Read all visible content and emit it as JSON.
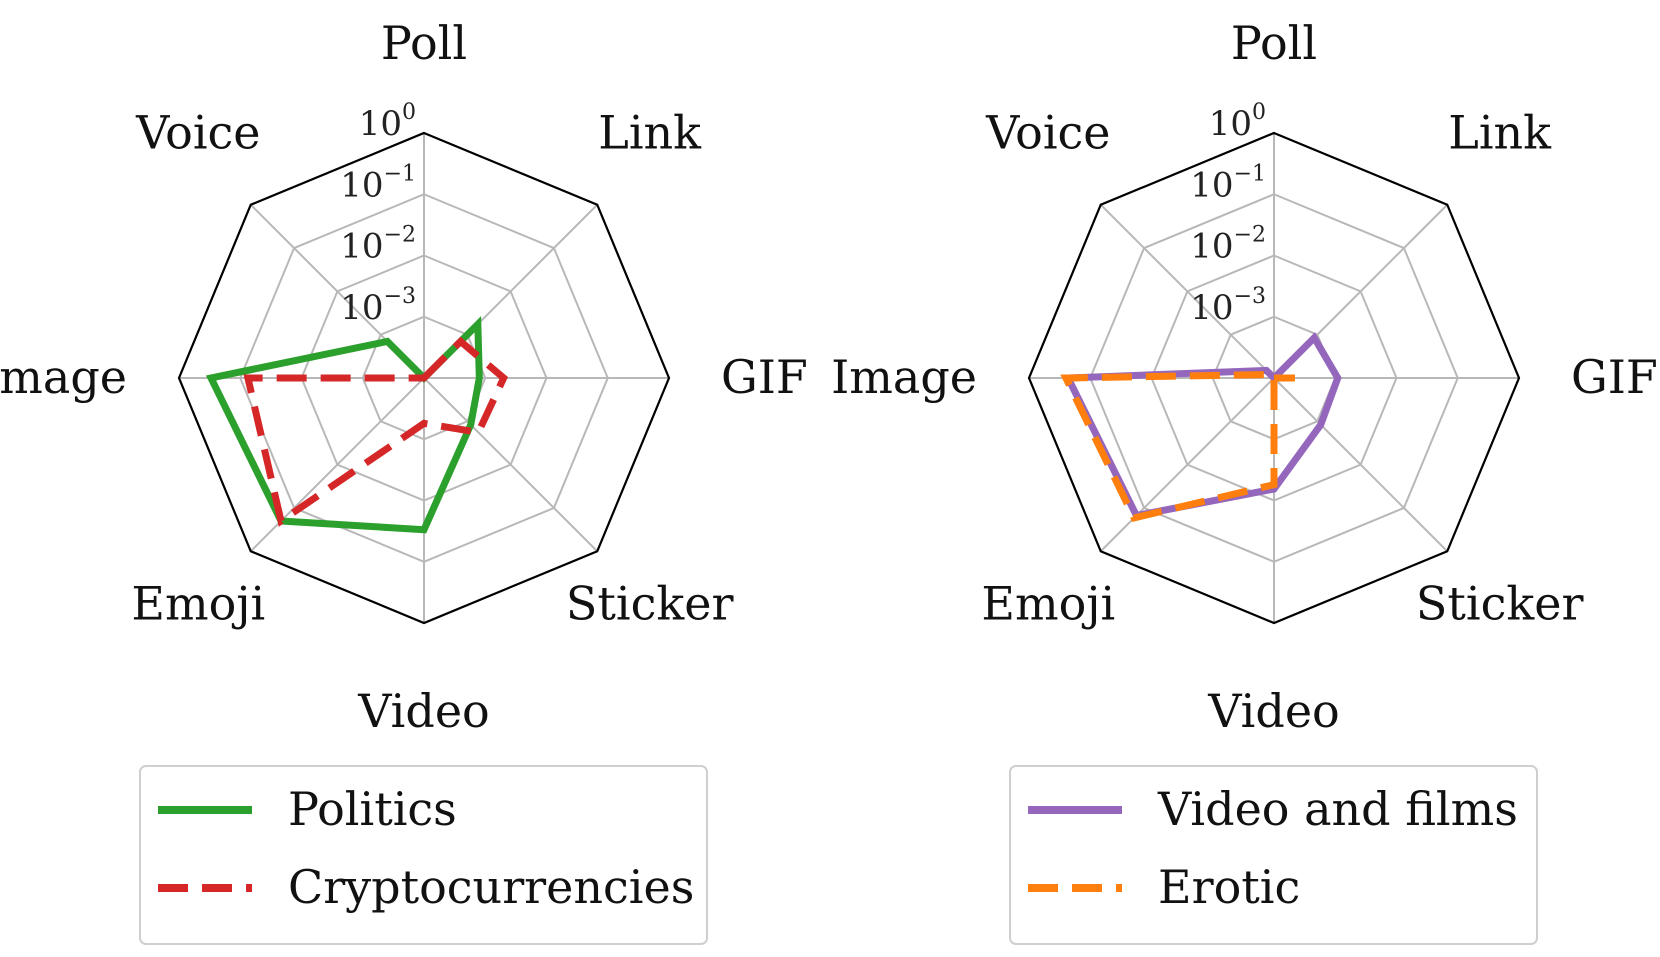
{
  "chart_data": [
    {
      "type": "radar",
      "scale": "log",
      "rlim": [
        0.0001,
        1
      ],
      "axes": [
        "Poll",
        "Link",
        "GIF",
        "Sticker",
        "Video",
        "Emoji",
        "Image",
        "Voice"
      ],
      "ticks": [
        {
          "base": "10",
          "exp": "0"
        },
        {
          "base": "10",
          "exp": "−1"
        },
        {
          "base": "10",
          "exp": "−2"
        },
        {
          "base": "10",
          "exp": "−3"
        }
      ],
      "grid": true,
      "legend_position": "bottom",
      "series": [
        {
          "name": "Politics",
          "color": "#2ca02c",
          "style": "solid",
          "values": [
            0.0001,
            0.00175,
            0.0008,
            0.0012,
            0.03,
            0.2,
            0.3,
            0.0007
          ]
        },
        {
          "name": "Cryptocurrencies",
          "color": "#d62728",
          "style": "dashed",
          "values": [
            0.0001,
            0.0007,
            0.002,
            0.0018,
            0.00055,
            0.2,
            0.075,
            0.0001
          ]
        }
      ]
    },
    {
      "type": "radar",
      "scale": "log",
      "rlim": [
        0.0001,
        1
      ],
      "axes": [
        "Poll",
        "Link",
        "GIF",
        "Sticker",
        "Video",
        "Emoji",
        "Image",
        "Voice"
      ],
      "ticks": [
        {
          "base": "10",
          "exp": "0"
        },
        {
          "base": "10",
          "exp": "−1"
        },
        {
          "base": "10",
          "exp": "−2"
        },
        {
          "base": "10",
          "exp": "−3"
        }
      ],
      "grid": true,
      "legend_position": "bottom",
      "series": [
        {
          "name": "Video and films",
          "color": "#9467bd",
          "style": "solid",
          "values": [
            0.0001,
            0.00085,
            0.0011,
            0.0012,
            0.0065,
            0.15,
            0.23,
            0.00015
          ]
        },
        {
          "name": "Erotic",
          "color": "#ff7f0e",
          "style": "dashed",
          "values": [
            0.0001,
            0.0001,
            0.00022,
            0.0001,
            0.0055,
            0.17,
            0.25,
            0.00012
          ]
        }
      ]
    }
  ]
}
